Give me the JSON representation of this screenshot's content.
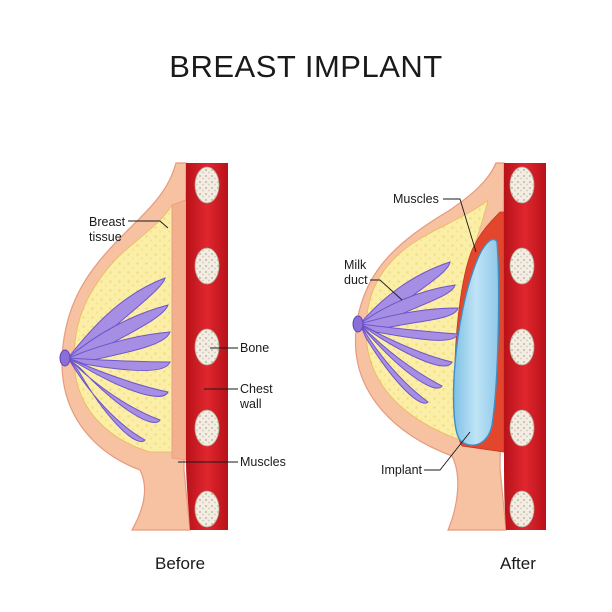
{
  "title": "BREAST IMPLANT",
  "panels": {
    "before": {
      "caption": "Before",
      "labels": {
        "breast_tissue_line1": "Breast",
        "breast_tissue_line2": "tissue",
        "bone": "Bone",
        "chest_wall_line1": "Chest",
        "chest_wall_line2": "wall",
        "muscles": "Muscles"
      }
    },
    "after": {
      "caption": "After",
      "labels": {
        "muscles": "Muscles",
        "milk_duct_line1": "Milk",
        "milk_duct_line2": "duct",
        "implant": "Implant"
      }
    }
  },
  "colors": {
    "skin": "#f6c2a2",
    "skin_outline": "#e79a7c",
    "fat": "#fbeea6",
    "muscle_red": "#d4202a",
    "chest_wall_red": "#c8161e",
    "bone": "#f2ece2",
    "gland": "#a58ee4",
    "gland_outline": "#6f56c9",
    "implant": "#9fd3ee",
    "implant_outline": "#3f8fc4"
  }
}
